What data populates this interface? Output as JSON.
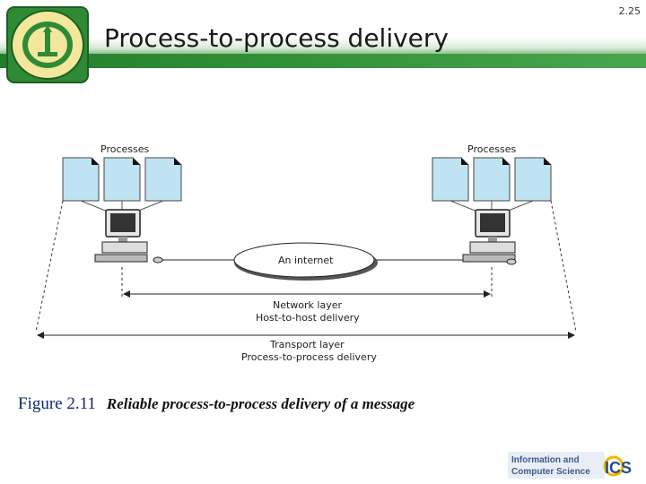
{
  "slide": {
    "title": "Process-to-process delivery",
    "page_number": "2.25"
  },
  "diagram": {
    "left_processes_label": "Processes",
    "right_processes_label": "Processes",
    "cloud_label": "An internet",
    "network_layer_label": "Network layer",
    "network_layer_sublabel": "Host-to-host delivery",
    "transport_layer_label": "Transport layer",
    "transport_layer_sublabel": "Process-to-process delivery"
  },
  "caption": {
    "figure_number": "Figure 2.11",
    "text": "Reliable process-to-process delivery of a message"
  },
  "footer": {
    "logo_line1": "Information and",
    "logo_line2": "Computer Science",
    "logo_mark": "ICS"
  },
  "colors": {
    "header_green": "#2f8f36",
    "process_fill": "#bfe3f2",
    "caption_blue": "#0d2a6b"
  }
}
